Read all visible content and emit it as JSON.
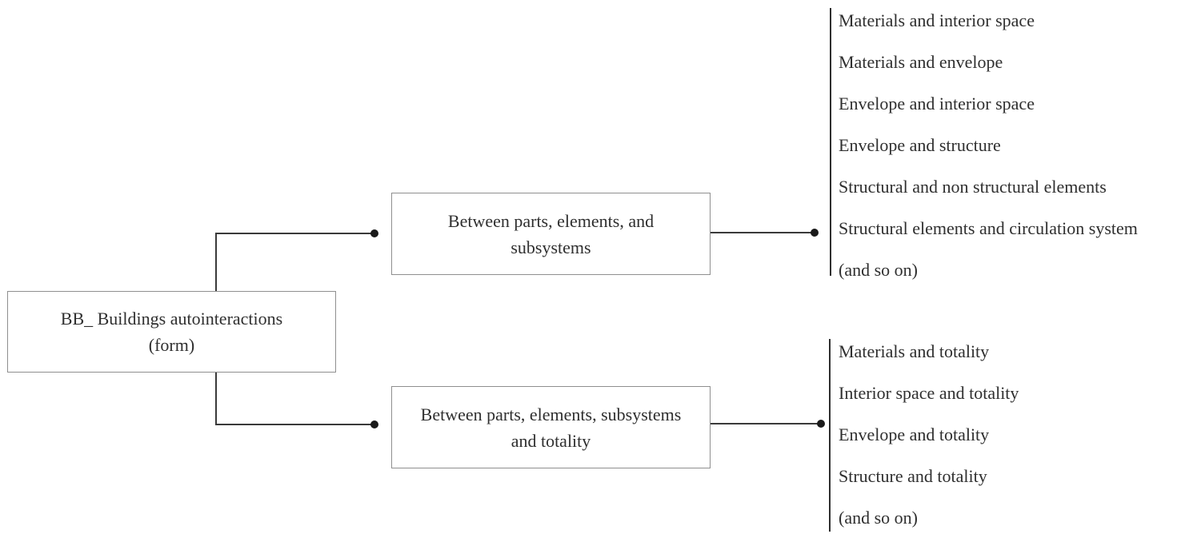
{
  "diagram": {
    "root": {
      "line1": "BB_ Buildings autointeractions",
      "line2": "(form)"
    },
    "branches": [
      {
        "line1": "Between parts, elements, and",
        "line2": "subsystems"
      },
      {
        "line1": "Between parts, elements, subsystems",
        "line2": "and totality"
      }
    ],
    "lists": [
      {
        "items": [
          "Materials and interior space",
          "Materials and envelope",
          "Envelope and interior space",
          "Envelope and structure",
          "Structural and non structural elements",
          "Structural elements and circulation system",
          "(and so on)"
        ]
      },
      {
        "items": [
          "Materials and totality",
          "Interior space and totality",
          "Envelope and totality",
          "Structure and totality",
          "(and so on)"
        ]
      }
    ],
    "colors": {
      "background": "#ffffff",
      "box_border": "#8f8f8f",
      "connector_line": "#3a3a3a",
      "connector_dot": "#1a1a1a",
      "text": "#2f2f2f"
    }
  }
}
